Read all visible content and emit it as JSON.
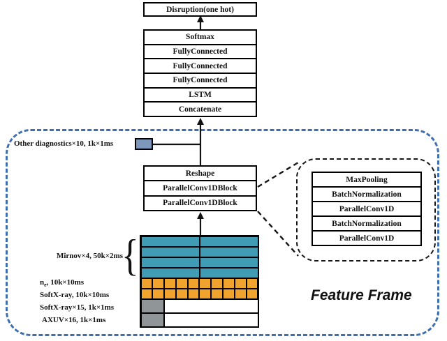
{
  "output_box": {
    "label": "Disruption(one hot)"
  },
  "top_stack": {
    "rows": [
      "Softmax",
      "FullyConnected",
      "FullyConnected",
      "FullyConnected",
      "LSTM",
      "Concatenate"
    ]
  },
  "mid_stack": {
    "rows": [
      "Reshape",
      "ParallelConv1DBlock",
      "ParallelConv1DBlock"
    ]
  },
  "detail_stack": {
    "rows": [
      "MaxPooling",
      "BatchNormalization",
      "ParallelConv1D",
      "BatchNormalization",
      "ParallelConv1D"
    ]
  },
  "frame": {
    "caption": "Feature Frame",
    "other_diagnostics_label": "Other diagnostics×10, 1k×1ms"
  },
  "feature_rows": {
    "mirnov_label": "Mirnov×4, 50k×2ms",
    "ne_label": {
      "base": "n",
      "sub": "e",
      "rest": ", 10k×10ms"
    },
    "softx1_label": "SoftX-ray, 10k×10ms",
    "softx2_label": "SoftX-ray×15, 1k×1ms",
    "axuv_label": "AXUV×16, 1k×1ms"
  },
  "feature_grid": {
    "teal_rows": 4,
    "teal_cols": 2,
    "orange_rows": 2,
    "orange_cols": 10,
    "bottom_rows": 2
  },
  "colors": {
    "teal": "#3f9cb4",
    "orange": "#f0a42d",
    "gray": "#909697",
    "connector_blue": "#7d98bb",
    "frame_blue": "#3e6fae"
  },
  "brace_glyph": "{"
}
